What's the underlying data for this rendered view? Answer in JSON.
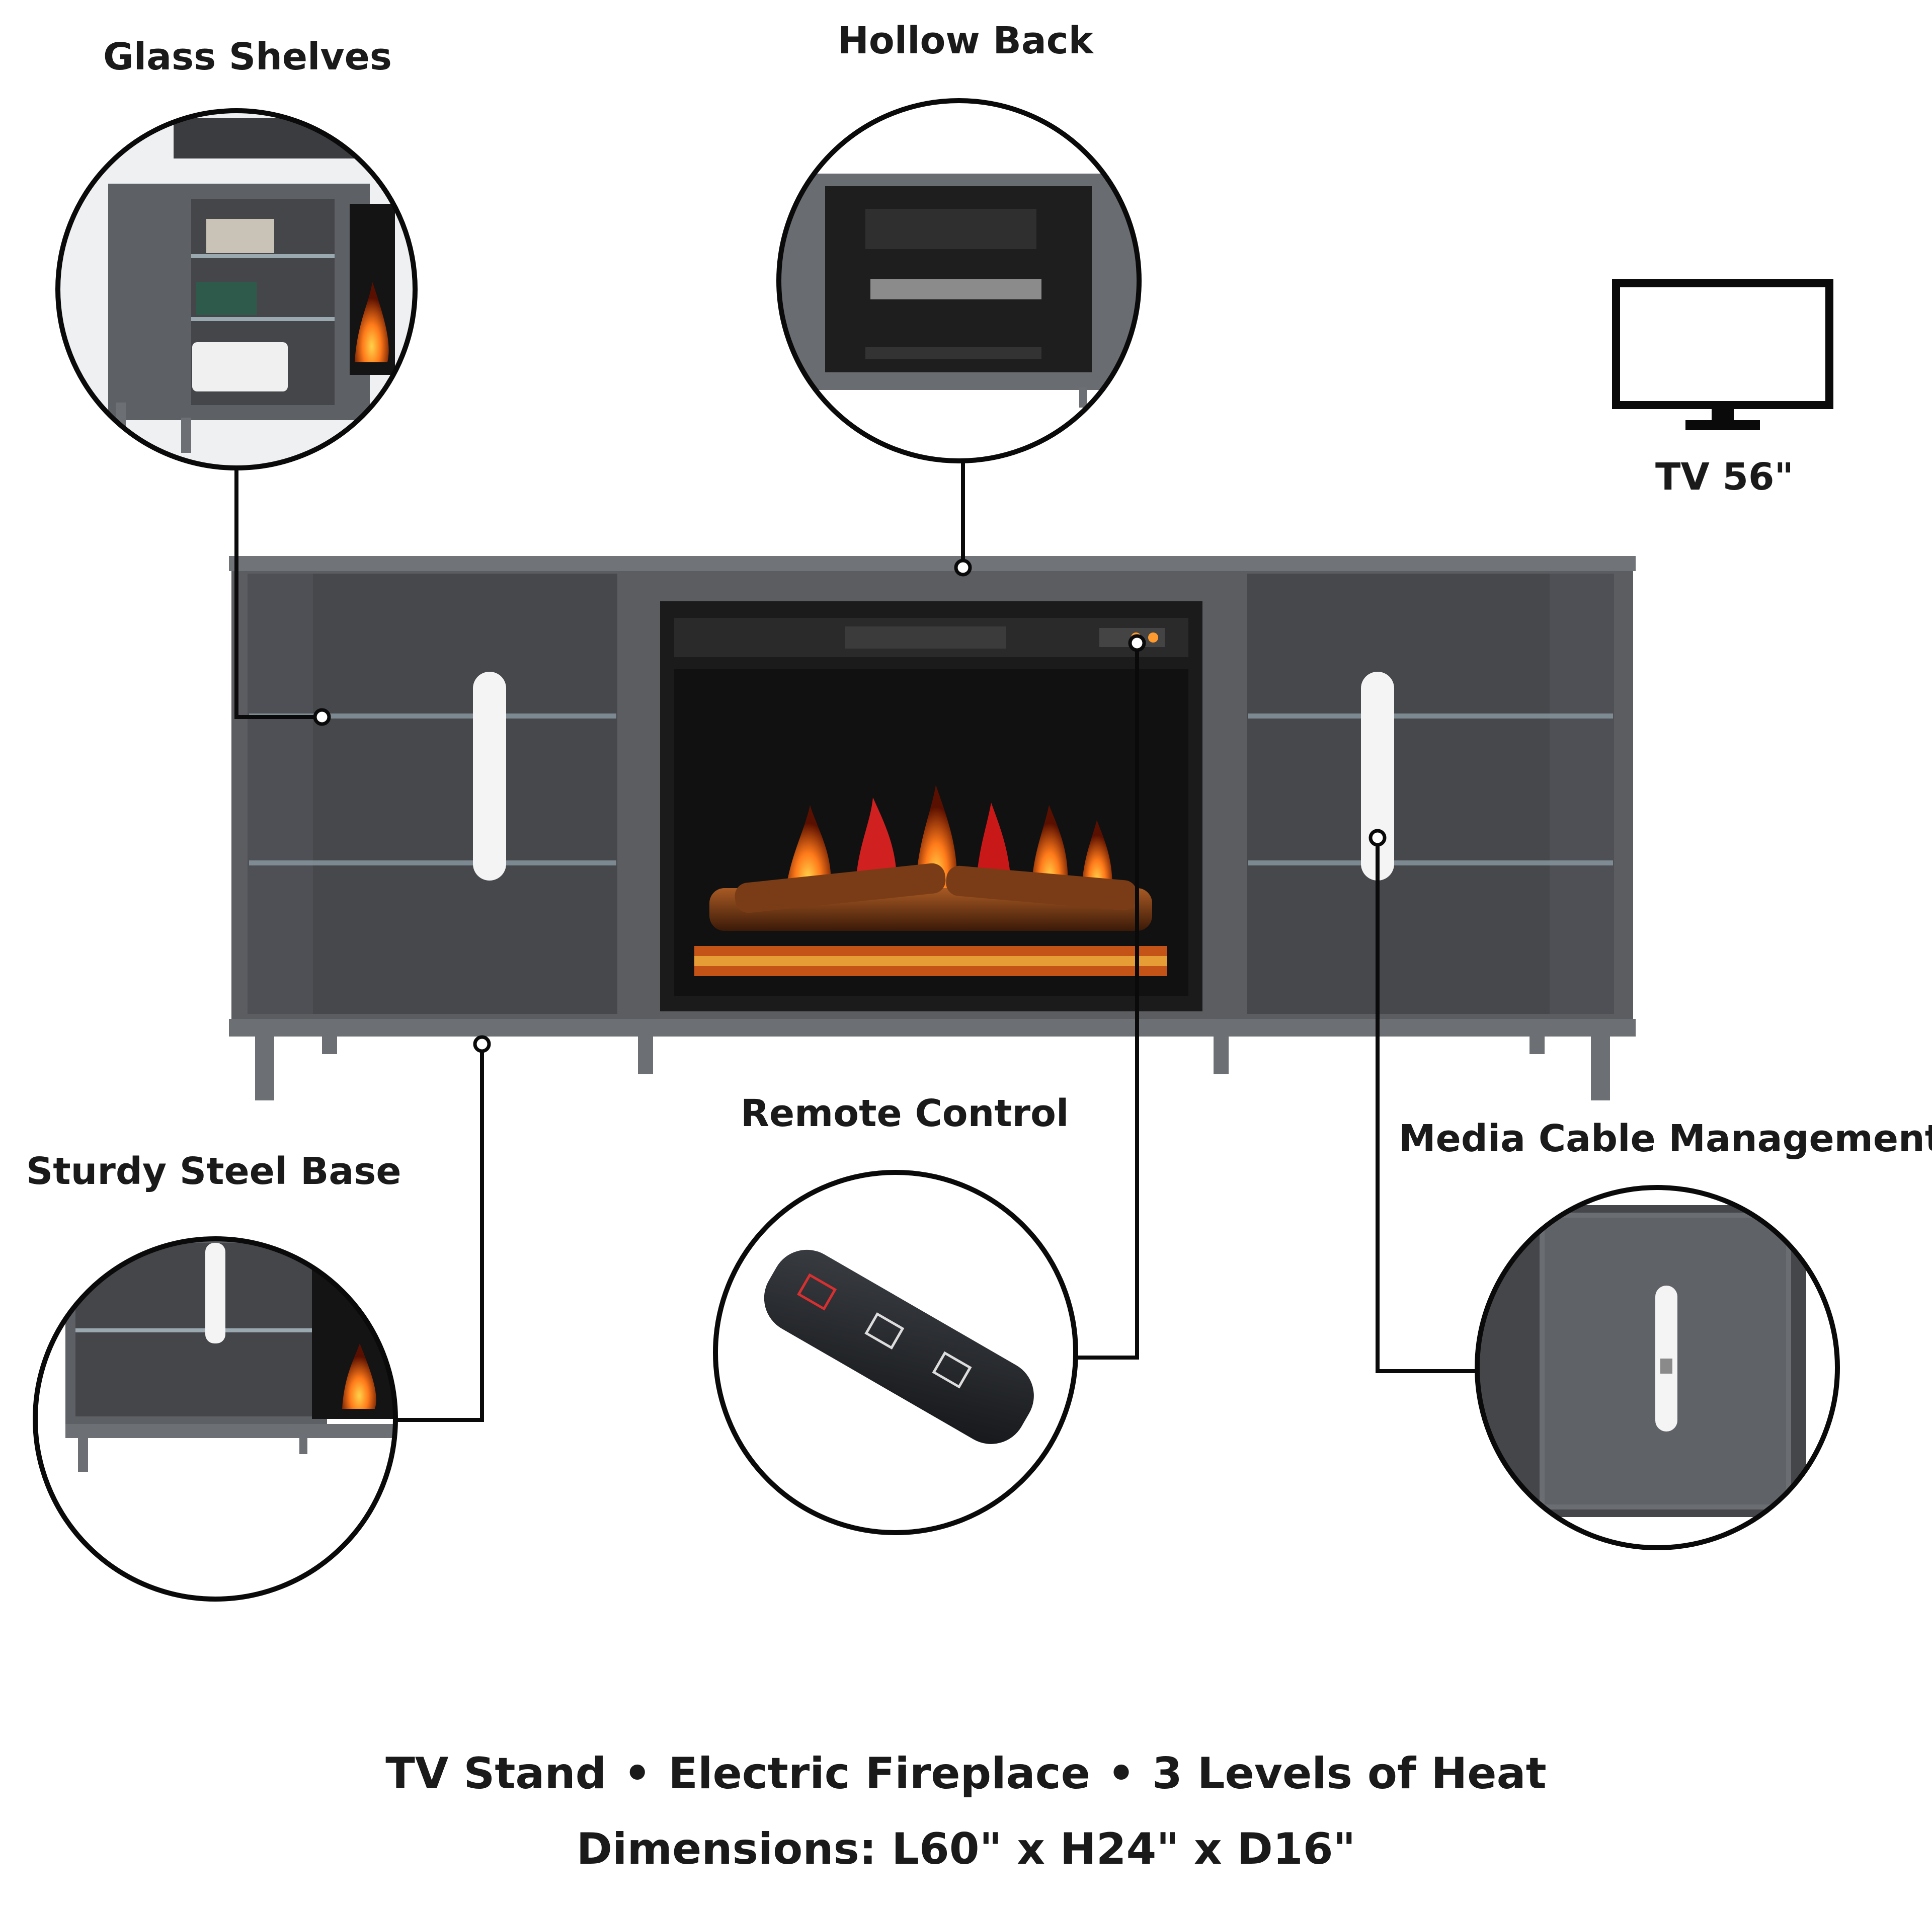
{
  "callouts": {
    "glass_shelves": "Glass Shelves",
    "hollow_back": "Hollow Back",
    "tv_size": "TV 56\"",
    "sturdy_steel_base": "Sturdy Steel Base",
    "remote_control": "Remote Control",
    "media_cable_management": "Media Cable Management"
  },
  "features": {
    "item1": "TV Stand",
    "item2": "Electric Fireplace",
    "item3": "3 Levels of Heat",
    "separator": "•",
    "dimensions": "Dimensions: L60\" x H24\" x D16\""
  },
  "colors": {
    "cabinet": "#5b5d61",
    "cabinet_dark": "#44464a",
    "firebox": "#151515",
    "flame": "#ff6a1a",
    "outline": "#0a0a0a"
  }
}
